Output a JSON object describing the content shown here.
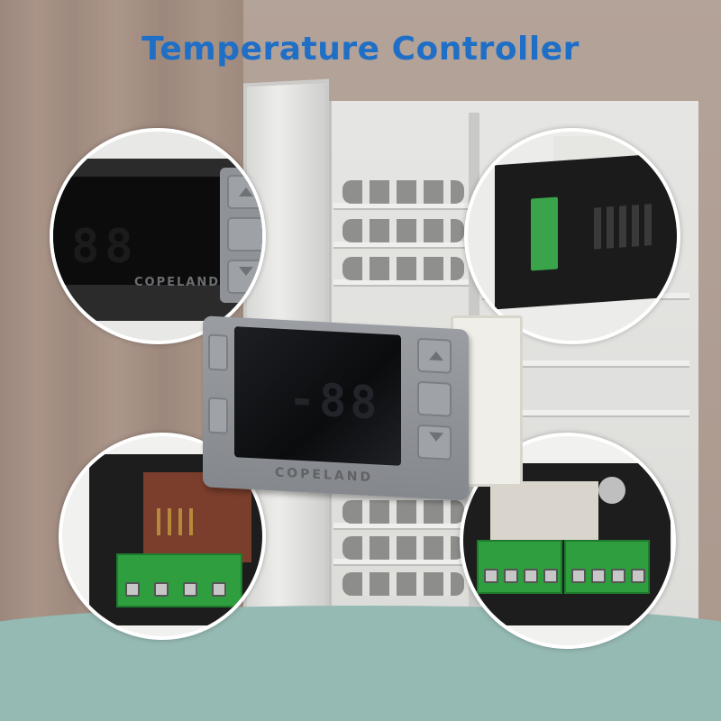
{
  "title": "Temperature Controller",
  "colors": {
    "title": "#1f6fc6",
    "floor": "#95b9b3",
    "terminal_green": "#2f9e3f",
    "bezel_grey": "#8f9297"
  },
  "product": {
    "brand": "COPELAND",
    "display_digits": "-88",
    "keys": [
      "up-arrow",
      "set",
      "down-arrow-aux"
    ]
  },
  "zoom_details": [
    {
      "name": "front-display-closeup",
      "brand": "COPELAND",
      "digits": "88"
    },
    {
      "name": "side-housing-closeup"
    },
    {
      "name": "left-terminal-closeup"
    },
    {
      "name": "right-terminal-closeup"
    }
  ]
}
